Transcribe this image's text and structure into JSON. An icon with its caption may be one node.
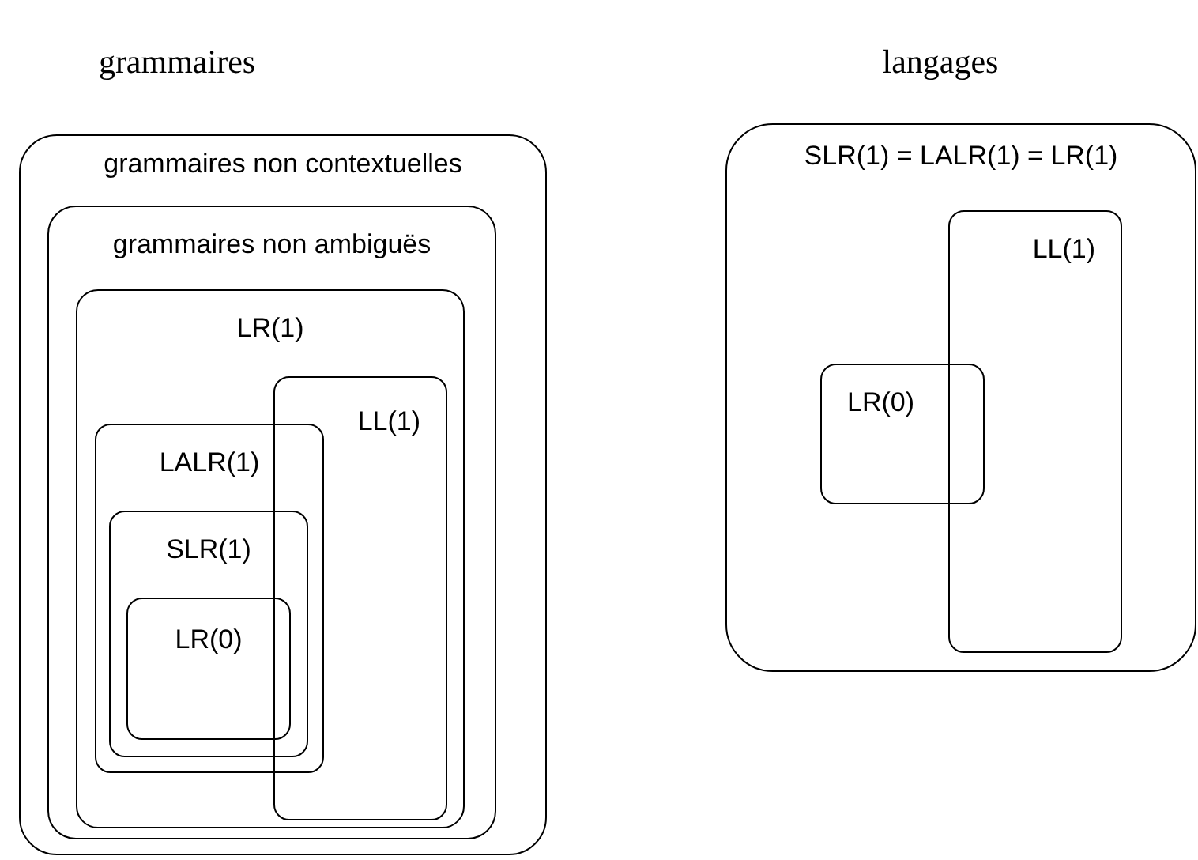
{
  "diagram": {
    "nodes": [
      {
        "text": [
          "grammaires non contextuelles"
        ]
      },
      {
        "text": [
          "grammaires non ambiguës"
        ],
        "in": 0
      },
      {
        "text": [
          "LR(1)"
        ],
        "in": 1
      },
      {
        "text": [
          "LL(1)"
        ],
        "in": 2
      },
      {
        "text": [
          "LALR(1)"
        ],
        "in": 2
      },
      {
        "text": [
          "SLR(1)"
        ],
        "in": 4
      },
      {
        "text": [
          "LR(0)"
        ],
        "in": 5
      },
      {
        "text": [
          "SLR(1) = LALR(1) = LR(1)"
        ]
      },
      {
        "text": [
          "LL(1)"
        ],
        "in": 7
      },
      {
        "text": [
          "LR(0)"
        ],
        "in": 7
      }
    ],
    "labels": [
      "grammaires",
      "langages"
    ]
  }
}
